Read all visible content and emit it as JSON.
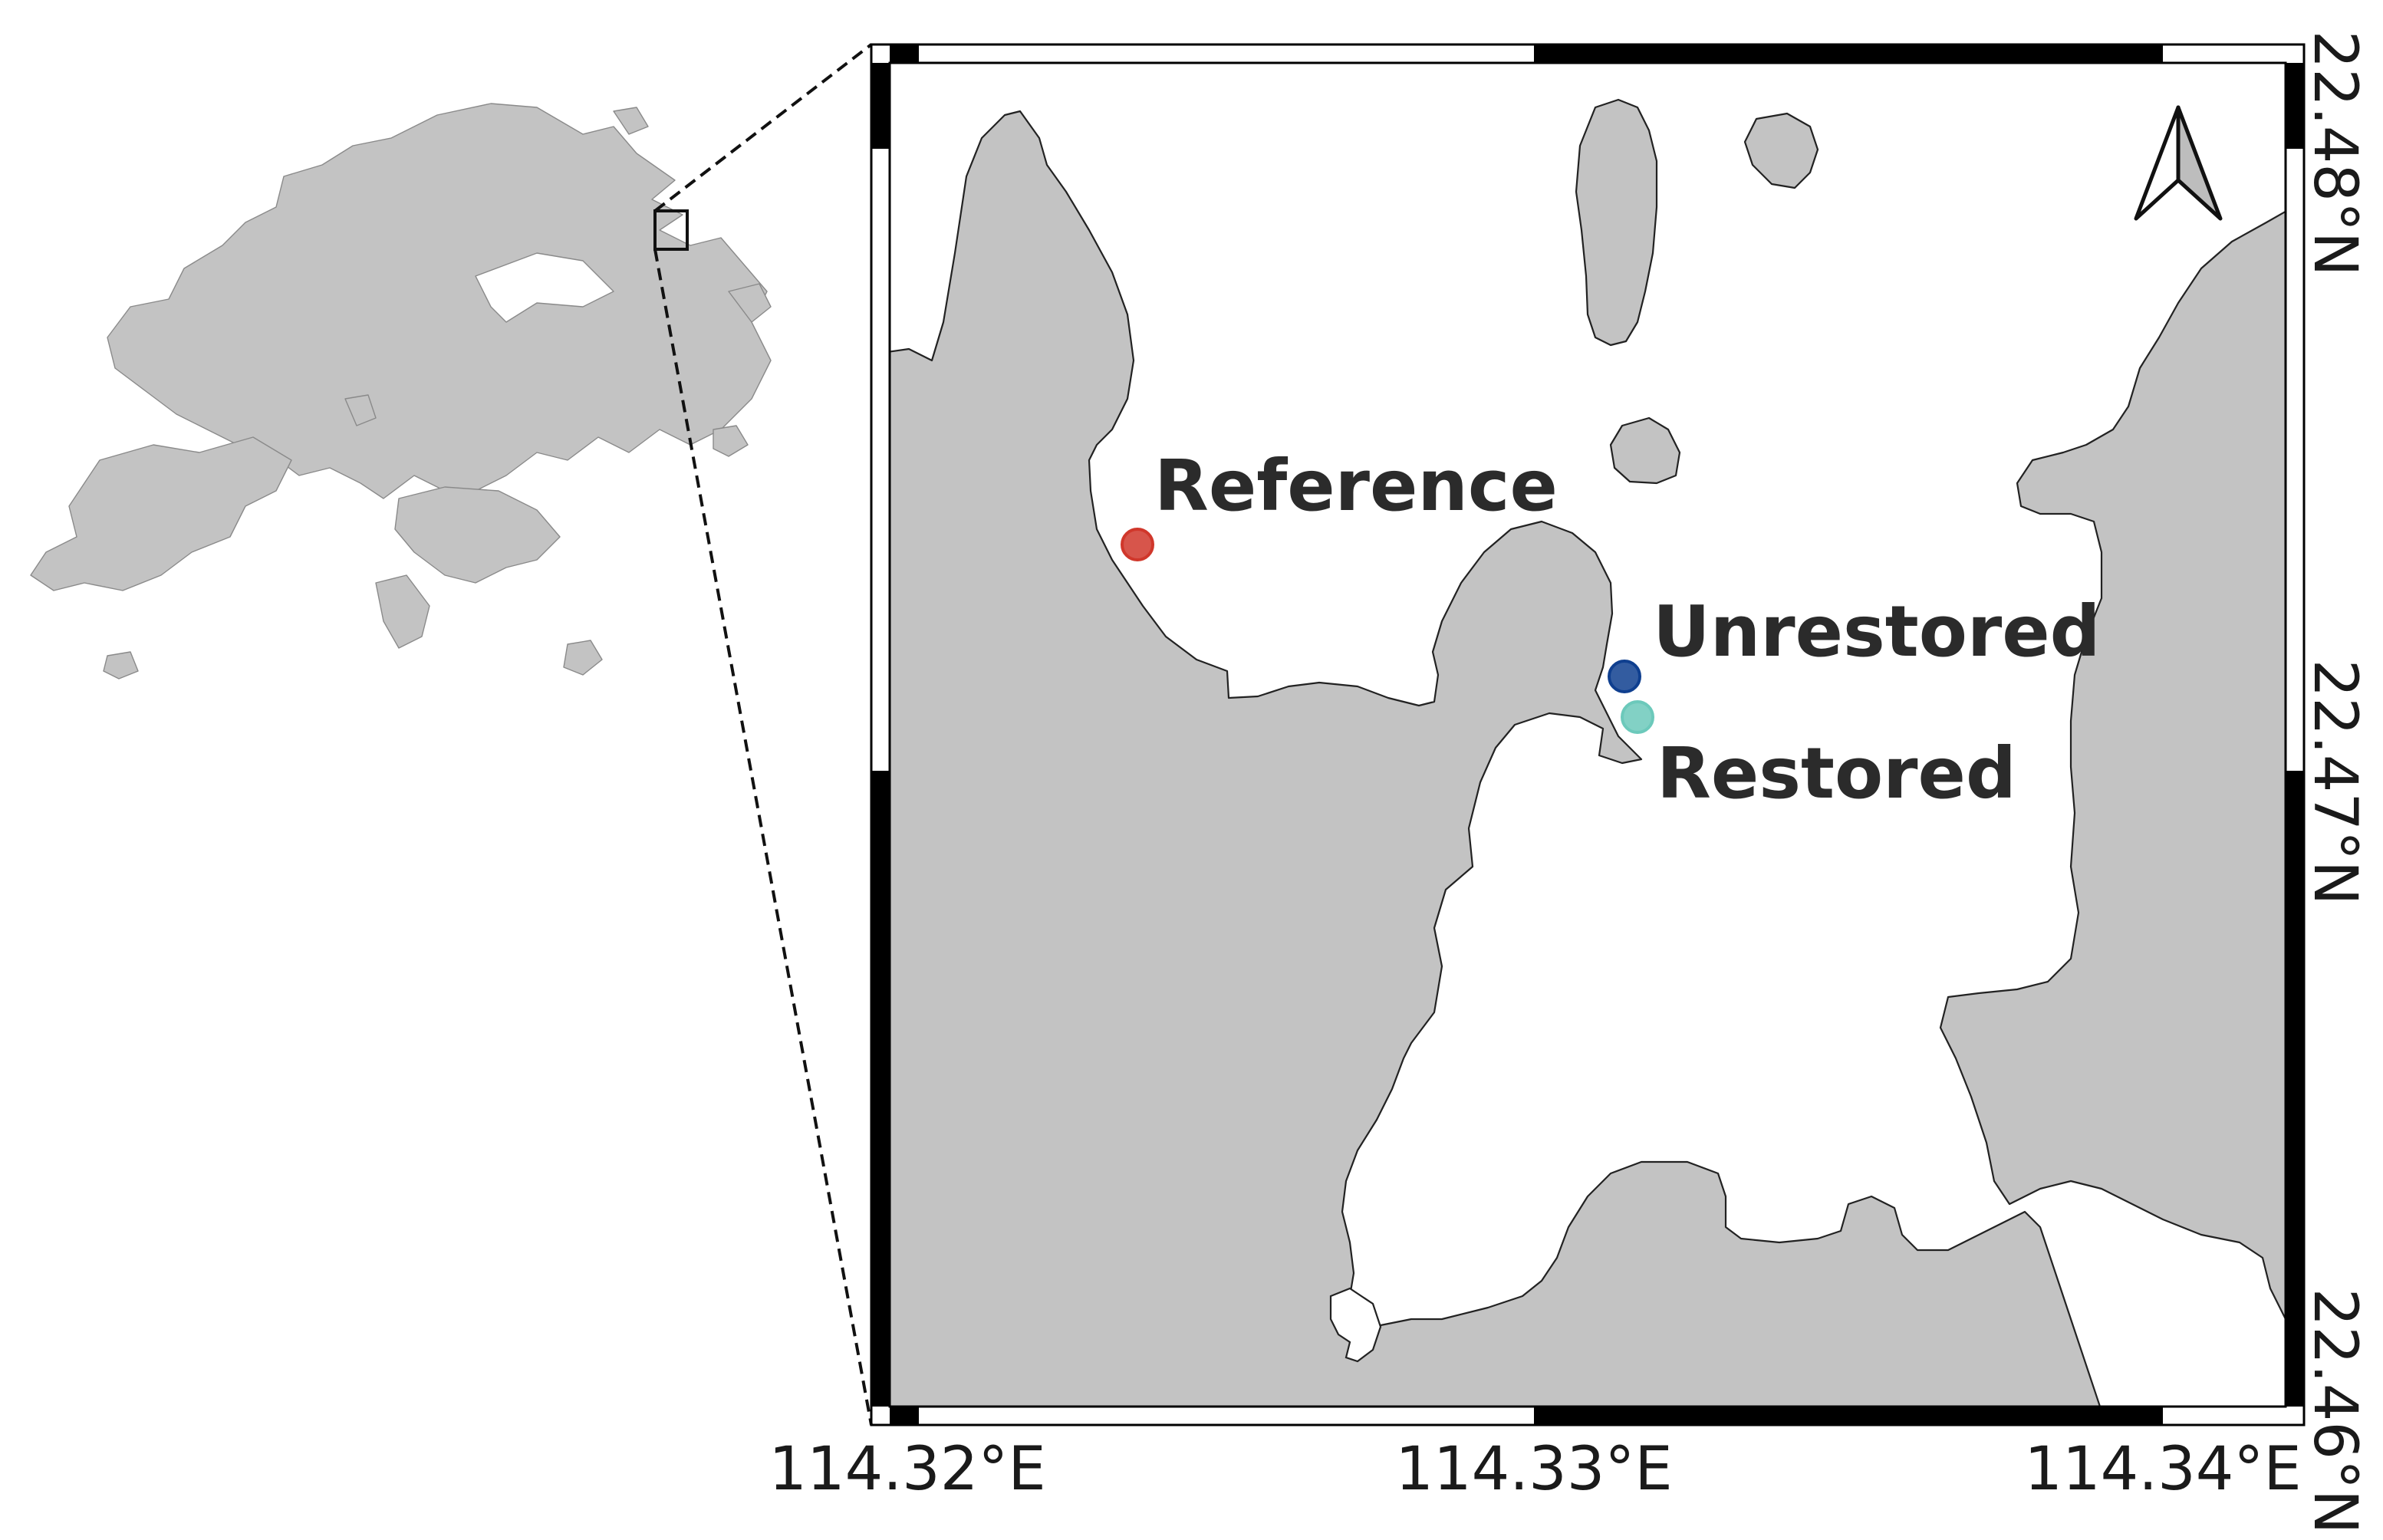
{
  "sites": [
    {
      "name": "Reference",
      "color": "#d0372b"
    },
    {
      "name": "Unrestored",
      "color": "#0f3f8f"
    },
    {
      "name": "Restored",
      "color": "#6cc9bb"
    }
  ],
  "axes": {
    "x_ticks": [
      "114.32°E",
      "114.33°E",
      "114.34°E"
    ],
    "y_ticks": [
      "22.48°N",
      "22.47°N",
      "22.46°N"
    ]
  },
  "colors": {
    "land": "#c3c3c3",
    "sea": "#ffffff",
    "coastline": "#222222"
  },
  "icons": {
    "north_arrow": "north-arrow-icon"
  }
}
